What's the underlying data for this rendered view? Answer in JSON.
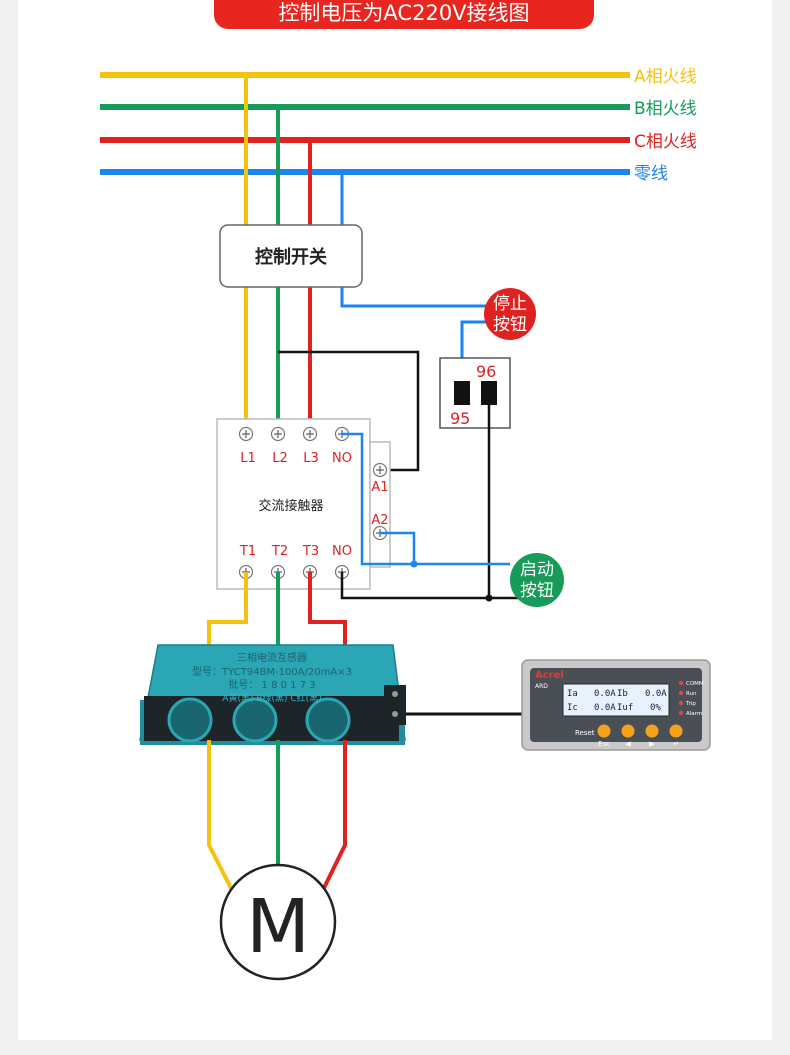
{
  "title": "控制电压为AC220V接线图",
  "lines": {
    "a_phase": "A相火线",
    "b_phase": "B相火线",
    "c_phase": "C相火线",
    "neutral": "零线"
  },
  "control_switch": "控制开关",
  "stop_button": {
    "line1": "停止",
    "line2": "按钮",
    "terminal_top": "96",
    "terminal_bottom": "95"
  },
  "start_button": {
    "line1": "启动",
    "line2": "按钮"
  },
  "contactor": {
    "name": "交流接触器",
    "top_terminals": [
      "L1",
      "L2",
      "L3",
      "NO"
    ],
    "bottom_terminals": [
      "T1",
      "T2",
      "T3",
      "NO"
    ],
    "coil_terminals": [
      "A1",
      "A2"
    ]
  },
  "current_transformer": {
    "title": "三相电流互感器",
    "model": "型号：TYCT94BM-100A/20mA×3",
    "serial": "批号： 1 8 0 1 7 3",
    "phases": "A黄(黑)  B绿(黑)  C红(黑)"
  },
  "relay": {
    "brand": "Acrel",
    "tag": "ARD",
    "screen_row1": [
      "Ia",
      "0.0A",
      "Ib",
      "0.0A"
    ],
    "screen_row2": [
      "Ic",
      "0.0A",
      "Iuf",
      "0%"
    ],
    "indicators": [
      "COMM",
      "Run",
      "Trip",
      "Alarm"
    ],
    "reset": "Reset",
    "esc": "Esc",
    "left_arrow": "◀",
    "right_arrow": "▶",
    "enter_arrow": "↵"
  },
  "motor": "M",
  "colors": {
    "yellow": "#f5c20d",
    "green": "#169b58",
    "red": "#dd2220",
    "blue": "#1c86ee",
    "black": "#111111",
    "banner": "#e8251f"
  }
}
